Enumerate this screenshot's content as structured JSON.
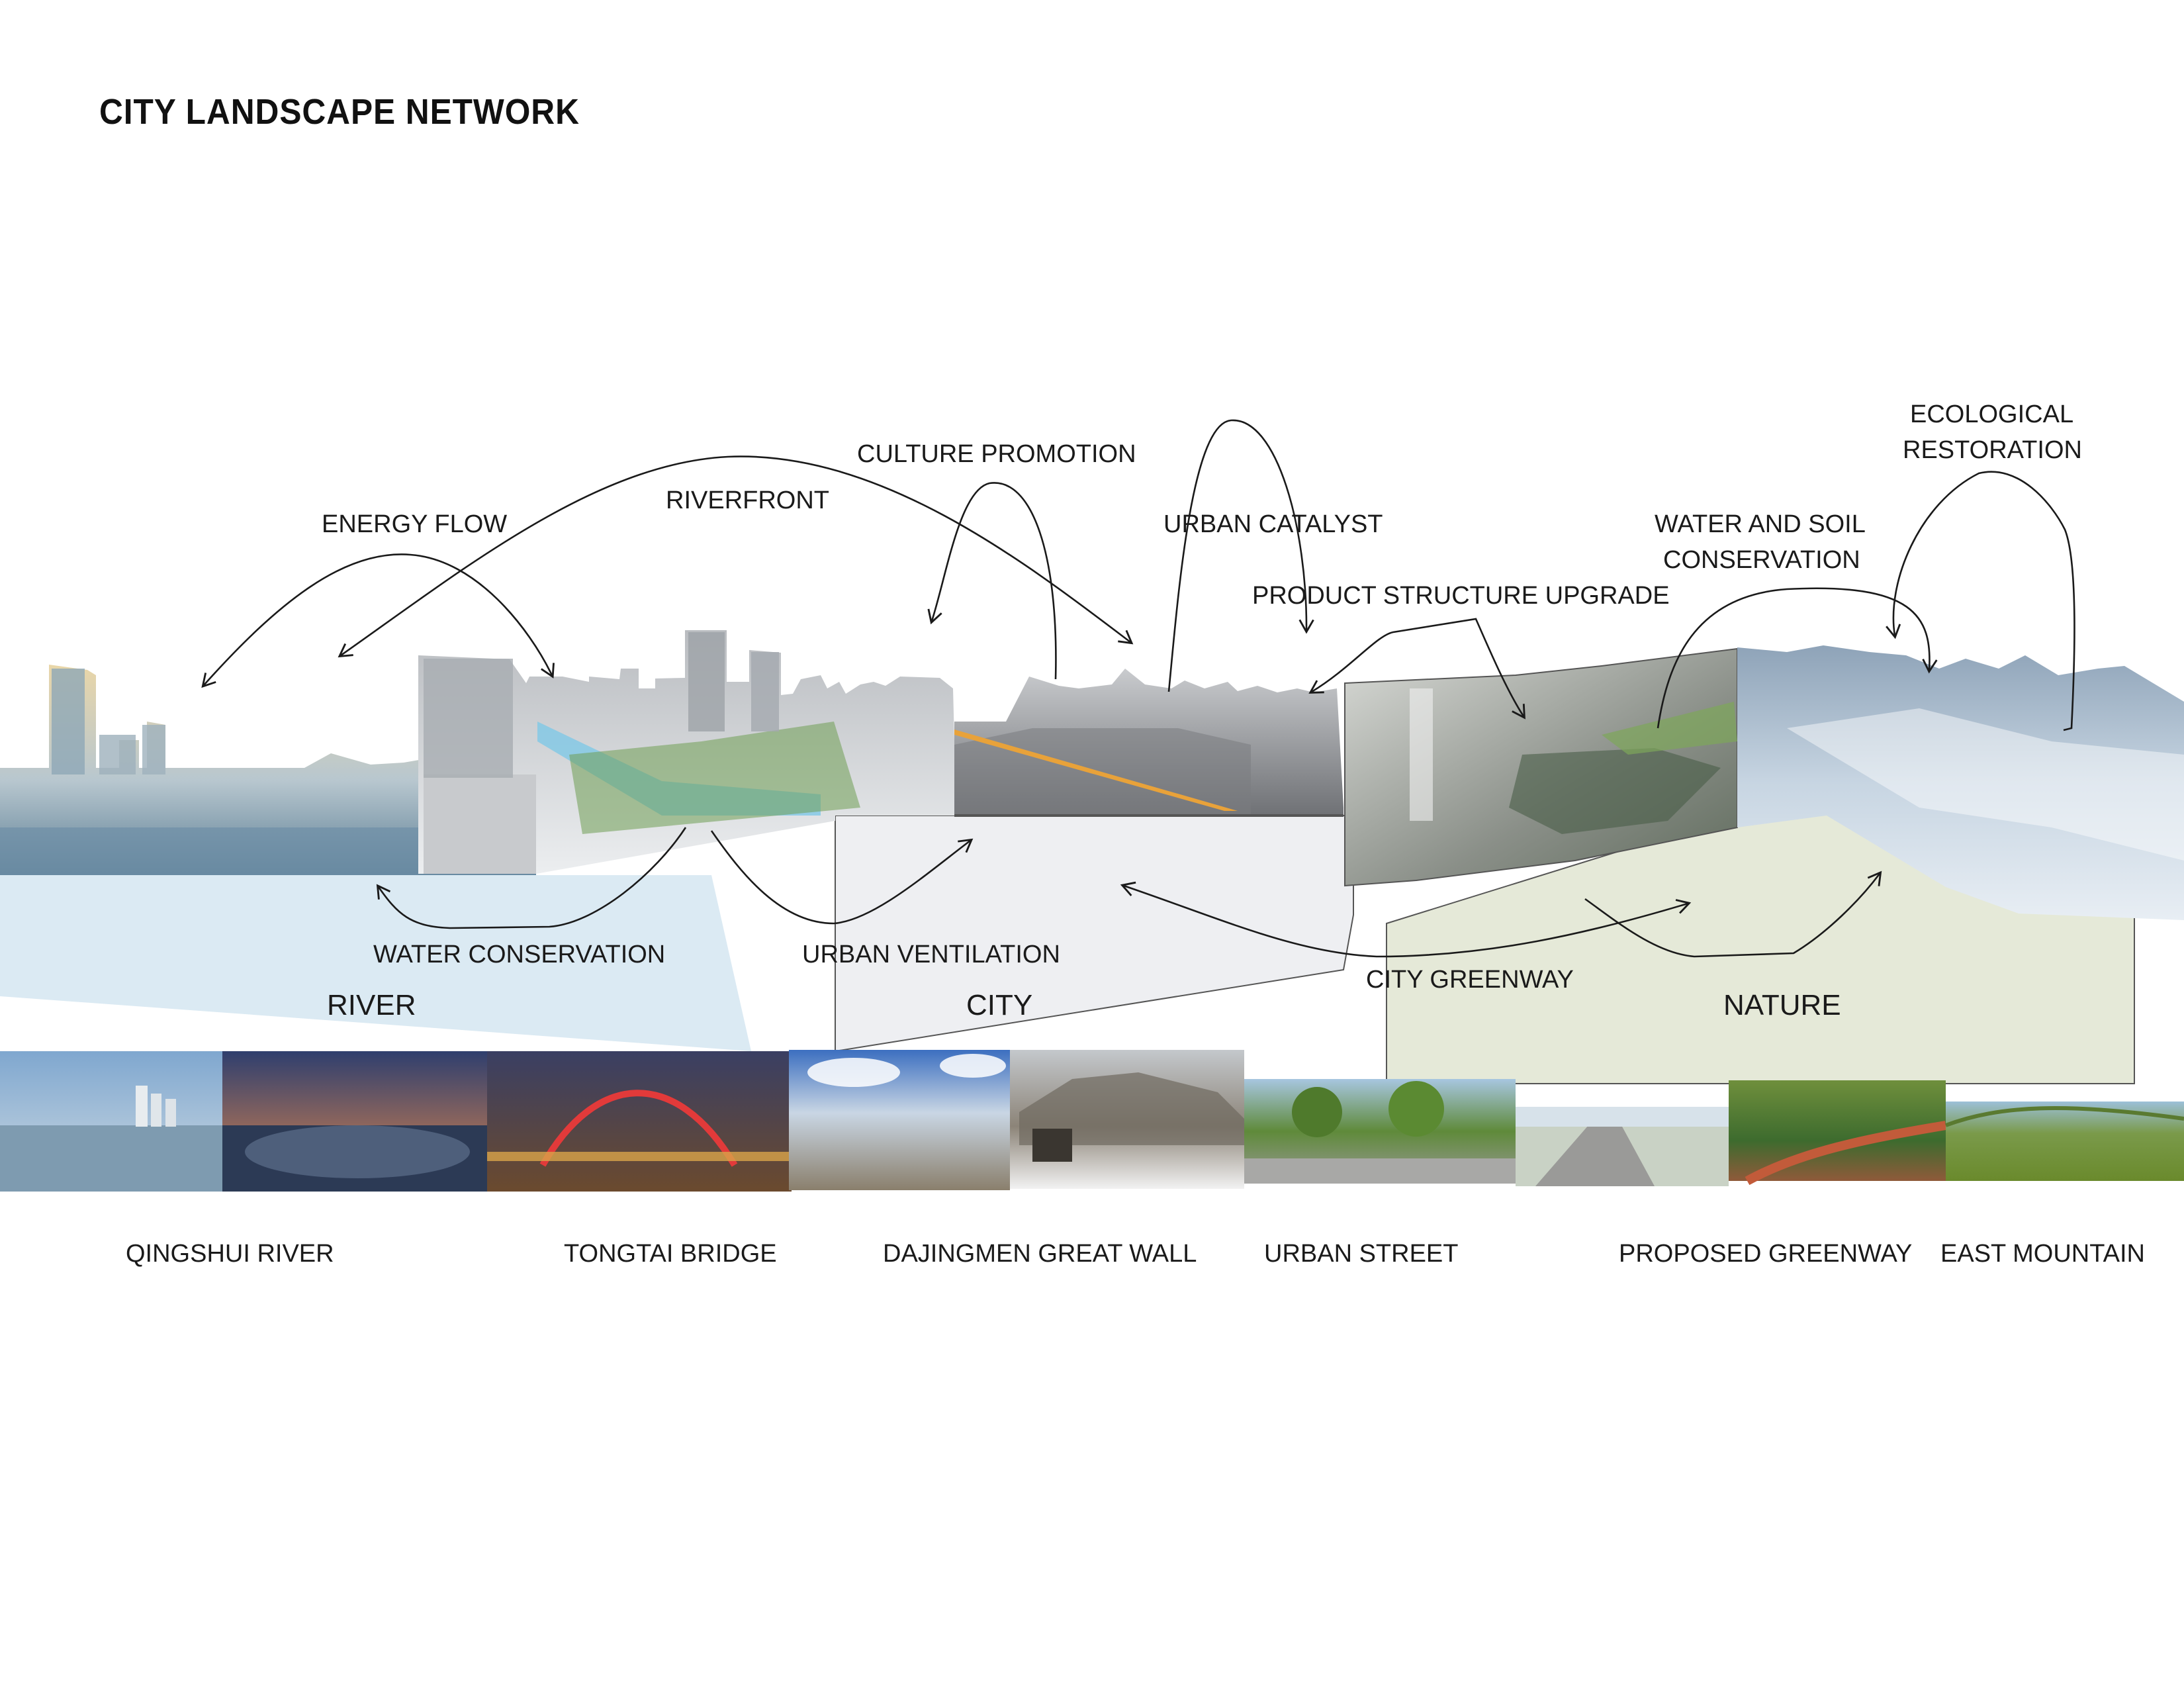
{
  "title": "CITY LANDSCAPE NETWORK",
  "flow_labels": {
    "energy_flow": "ENERGY FLOW",
    "riverfront": "RIVERFRONT",
    "culture_promotion": "CULTURE PROMOTION",
    "urban_catalyst": "URBAN CATALYST",
    "product_structure_upgrade": "PRODUCT STRUCTURE UPGRADE",
    "water_soil_line1": "WATER AND SOIL",
    "water_soil_line2": "CONSERVATION",
    "ecological_line1": "ECOLOGICAL",
    "ecological_line2": "RESTORATION",
    "water_conservation": "WATER CONSERVATION",
    "urban_ventilation": "URBAN VENTILATION",
    "city_greenway": "CITY GREENWAY"
  },
  "zones": {
    "river": "RIVER",
    "city": "CITY",
    "nature": "NATURE"
  },
  "photo_captions": {
    "qingshui_river": "QINGSHUI RIVER",
    "tongtai_bridge": "TONGTAI BRIDGE",
    "dajingmen_great_wall": "DAJINGMEN GREAT WALL",
    "urban_street": "URBAN STREET",
    "proposed_greenway": "PROPOSED GREENWAY",
    "east_mountain": "EAST MOUNTAIN"
  },
  "colors": {
    "river_zone": "#dbeaf3",
    "city_zone": "#eeeff2",
    "nature_zone": "#e5e9d8",
    "arrow": "#1a1a1a"
  }
}
